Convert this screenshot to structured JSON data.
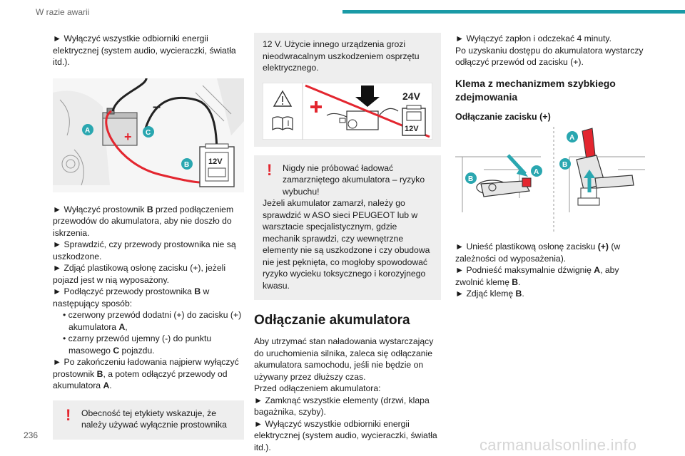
{
  "header": {
    "title": "W razie awarii"
  },
  "page_number": "236",
  "watermark": "carmanualsonline.info",
  "col1": {
    "p1": "► Wyłączyć wszystkie odbiorniki energii elektrycznej (system audio, wycieraczki, światła itd.).",
    "figure": {
      "labels": {
        "a": "A",
        "b": "B",
        "c": "C",
        "minus": "–",
        "plus": "+",
        "volt": "12V"
      }
    },
    "steps": {
      "s1_pre": "► Wyłączyć prostownik ",
      "s1_b": "B",
      "s1_post": " przed podłączeniem przewodów do akumulatora, aby nie doszło do iskrzenia.",
      "s2": "► Sprawdzić, czy przewody prostownika nie są uszkodzone.",
      "s3": "► Zdjąć plastikową osłonę zacisku (+), jeżeli pojazd jest w nią wyposażony.",
      "s4_pre": "► Podłączyć przewody prostownika ",
      "s4_b": "B",
      "s4_post": " w następujący sposób:",
      "b1_pre": "• czerwony przewód dodatni (+) do zacisku (+) akumulatora ",
      "b1_b": "A",
      "b1_post": ",",
      "b2_pre": "• czarny przewód ujemny (-) do punktu masowego ",
      "b2_b": "C",
      "b2_post": " pojazdu.",
      "s5_pre": "► Po zakończeniu ładowania najpierw wyłączyć prostownik ",
      "s5_b": "B",
      "s5_post": ", a potem odłączyć przewody od akumulatora ",
      "s5_b2": "A",
      "s5_end": "."
    },
    "note": "Obecność tej etykiety wskazuje, że należy używać wyłącznie prostownika"
  },
  "col2": {
    "cont": "12 V. Użycie innego urządzenia grozi nieodwracalnym uszkodzeniem osprzętu elektrycznego.",
    "label": {
      "v24": "24V",
      "v12": "12V"
    },
    "warn_head": "Nigdy nie próbować ładować zamarzniętego akumulatora – ryzyko wybuchu!",
    "warn_body": "Jeżeli akumulator zamarzł, należy go sprawdzić w ASO sieci PEUGEOT lub w warsztacie specjalistycznym, gdzie mechanik sprawdzi, czy wewnętrzne elementy nie są uszkodzone i czy obudowa nie jest pęknięta, co mogłoby spowodować ryzyko wycieku toksycznego i korozyjnego kwasu.",
    "section_title": "Odłączanie akumulatora",
    "p1": "Aby utrzymać stan naładowania wystarczający do uruchomienia silnika, zaleca się odłączanie akumulatora samochodu, jeśli nie będzie on używany przez dłuższy czas.",
    "p2": "Przed odłączeniem akumulatora:",
    "p3": "► Zamknąć wszystkie elementy (drzwi, klapa bagażnika, szyby).",
    "p4": "► Wyłączyć wszystkie odbiorniki energii elektrycznej (system audio, wycieraczki, światła itd.)."
  },
  "col3": {
    "p1": "► Wyłączyć zapłon i odczekać 4 minuty.",
    "p2": "Po uzyskaniu dostępu do akumulatora wystarczy odłączyć przewód od zacisku (+).",
    "title": "Klema z mechanizmem szybkiego zdejmowania",
    "subtitle": "Odłączanie zacisku (+)",
    "fig_labels": {
      "a": "A",
      "b": "B"
    },
    "s1_pre": "► Unieść plastikową osłonę zacisku ",
    "s1_b": "(+)",
    "s1_post": " (w zależności od wyposażenia).",
    "s2_pre": "► Podnieść maksymalnie dźwignię ",
    "s2_b": "A",
    "s2_post": ", aby zwolnić klemę ",
    "s2_b2": "B",
    "s2_end": ".",
    "s3_pre": "► Zdjąć klemę ",
    "s3_b": "B",
    "s3_end": "."
  },
  "colors": {
    "accent": "#1a9aa6",
    "warning": "#e3262f",
    "box": "#eeeeee",
    "callout": "#2aa7b0"
  }
}
